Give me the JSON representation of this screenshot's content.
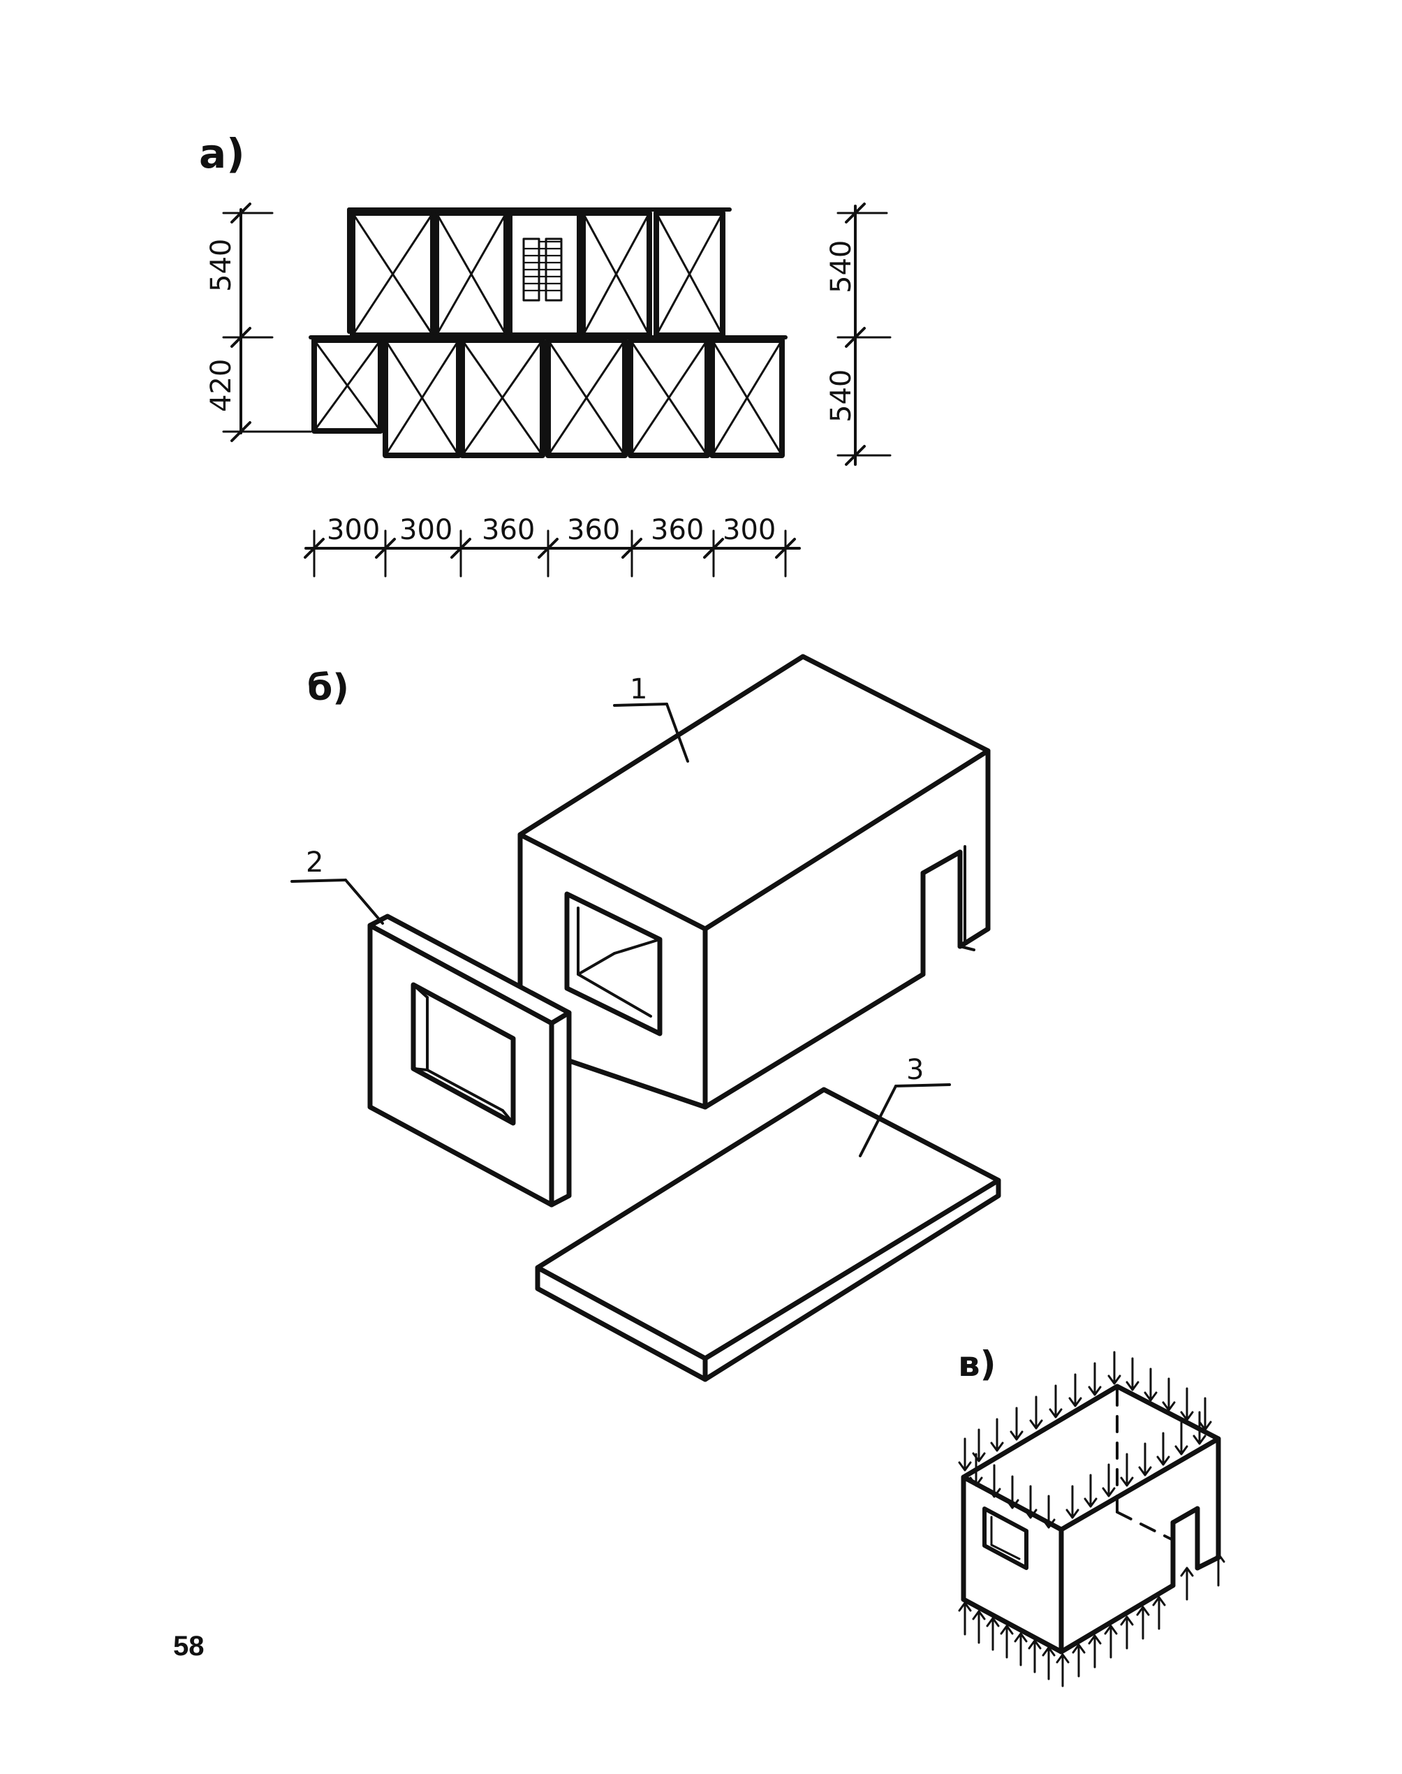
{
  "figure_a": {
    "label": "а)",
    "left_dims": [
      "540",
      "420"
    ],
    "right_dims": [
      "540",
      "540"
    ],
    "bottom_dims": [
      "300",
      "300",
      "360",
      "360",
      "360",
      "300"
    ]
  },
  "figure_b": {
    "label": "б)",
    "callouts": [
      "1",
      "2",
      "3"
    ]
  },
  "figure_c": {
    "label": "в)"
  },
  "page_number": "58"
}
